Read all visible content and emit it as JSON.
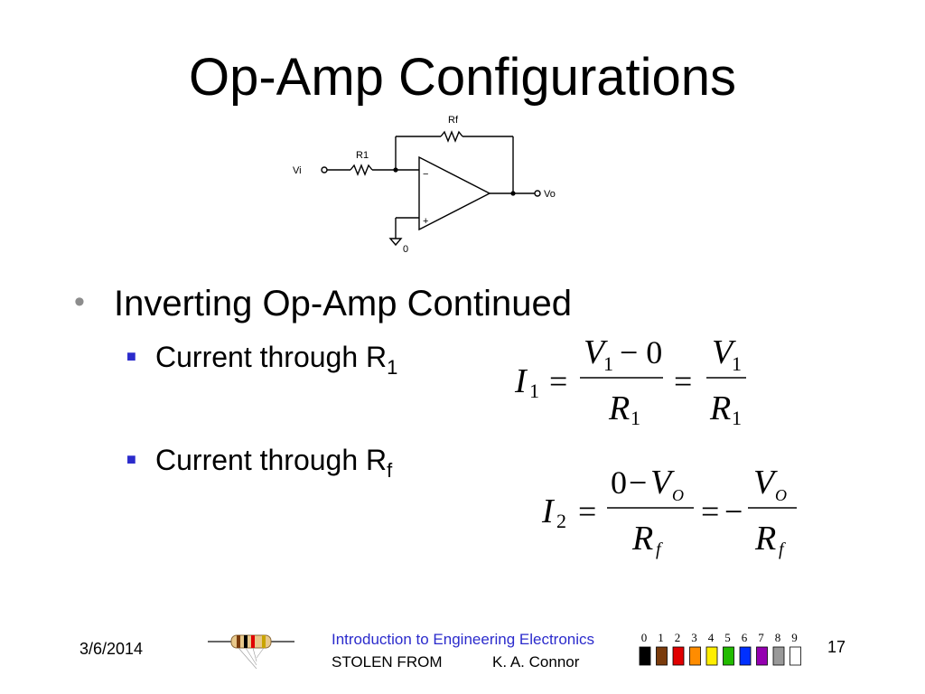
{
  "slide": {
    "title": "Op-Amp Configurations",
    "bullet_main": "Inverting Op-Amp Continued",
    "sub1_text": "Current through R",
    "sub1_sub": "1",
    "sub2_text": "Current through R",
    "sub2_sub": "f"
  },
  "circuit": {
    "vi": "Vi",
    "r1": "R1",
    "rf": "Rf",
    "vo": "Vo",
    "ground": "0",
    "minus": "−",
    "plus": "+"
  },
  "eq1": {
    "lhs": "I",
    "lhs_sub": "1",
    "num1": "V",
    "num1_sub": "1",
    "num1_rest": "− 0",
    "den1": "R",
    "den1_sub": "1",
    "num2": "V",
    "num2_sub": "1",
    "den2": "R",
    "den2_sub": "1",
    "eq": "=",
    "minus": "−"
  },
  "eq2": {
    "lhs": "I",
    "lhs_sub": "2",
    "num1_pre": "0",
    "num1_op": "−",
    "num1": "V",
    "num1_sub": "O",
    "den1": "R",
    "den1_sub": "f",
    "neg": "−",
    "num2": "V",
    "num2_sub": "O",
    "den2": "R",
    "den2_sub": "f",
    "eq": "="
  },
  "footer": {
    "date": "3/6/2014",
    "course": "Introduction to Engineering Electronics",
    "stolen": "STOLEN FROM",
    "author": "K. A. Connor",
    "page": "17",
    "color_digits": [
      "0",
      "1",
      "2",
      "3",
      "4",
      "5",
      "6",
      "7",
      "8",
      "9"
    ],
    "color_swatches": [
      "#000000",
      "#7a3b0c",
      "#e00000",
      "#ff8c00",
      "#ffee00",
      "#22bb00",
      "#0030ff",
      "#9400b0",
      "#999999",
      "#ffffff"
    ]
  }
}
